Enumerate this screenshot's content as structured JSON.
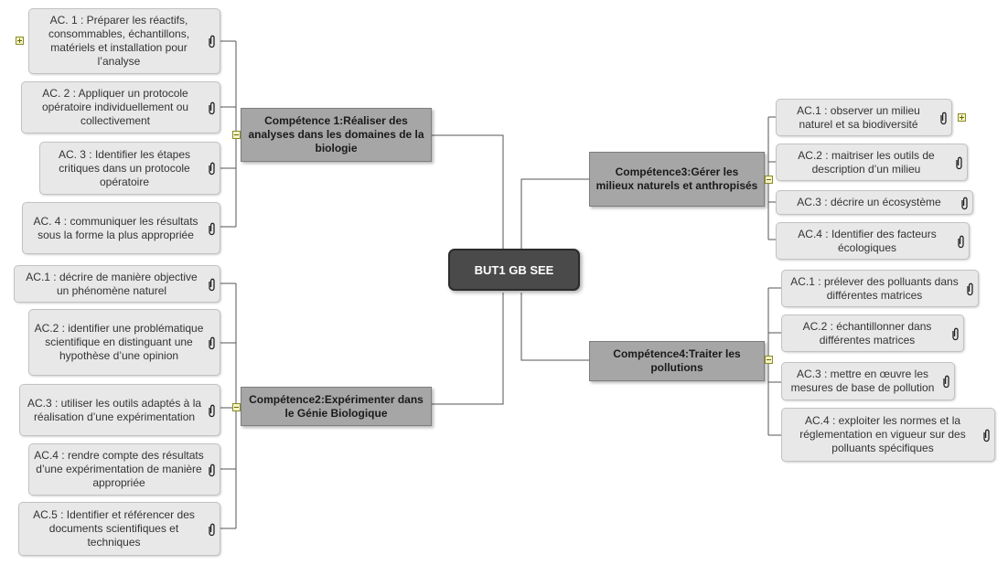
{
  "root": {
    "label": "BUT1 GB SEE"
  },
  "branches": [
    {
      "label": "Compétence 1:Réaliser des analyses dans les domaines de la biologie",
      "items": [
        "AC. 1 : Préparer les réactifs, consommables, échantillons, matériels et installation pour l’analyse",
        "AC. 2 : Appliquer un protocole opératoire individuellement ou collectivement",
        "AC. 3 : Identifier les étapes critiques dans un protocole opératoire",
        "AC. 4 : communiquer les résultats sous la forme la plus appropriée"
      ]
    },
    {
      "label": "Compétence2:Expérimenter dans le Génie Biologique",
      "items": [
        "AC.1 : décrire de manière objective un phénomène naturel",
        "AC.2 : identifier une problématique scientifique en distinguant une hypothèse d’une opinion",
        "AC.3 : utiliser les outils adaptés à la réalisation d’une expérimentation",
        "AC.4 : rendre compte des résultats d’une expérimentation de manière appropriée",
        "AC.5 : Identifier et référencer des documents scientifiques et techniques"
      ]
    },
    {
      "label": "Compétence3:Gérer les milieux naturels et anthropisés",
      "items": [
        "AC.1 : observer un milieu naturel et sa biodiversité",
        "AC.2 : maitriser les outils de description d’un milieu",
        "AC.3 : décrire un écosystème",
        "AC.4 : Identifier des facteurs écologiques"
      ]
    },
    {
      "label": "Compétence4:Traiter les pollutions",
      "items": [
        "AC.1 : prélever des polluants dans différentes matrices",
        "AC.2 : échantillonner dans différentes matrices",
        "AC.3 : mettre en œuvre les mesures de base de pollution",
        "AC.4  : exploiter les normes et la réglementation en vigueur sur des polluants spécifiques"
      ]
    }
  ]
}
